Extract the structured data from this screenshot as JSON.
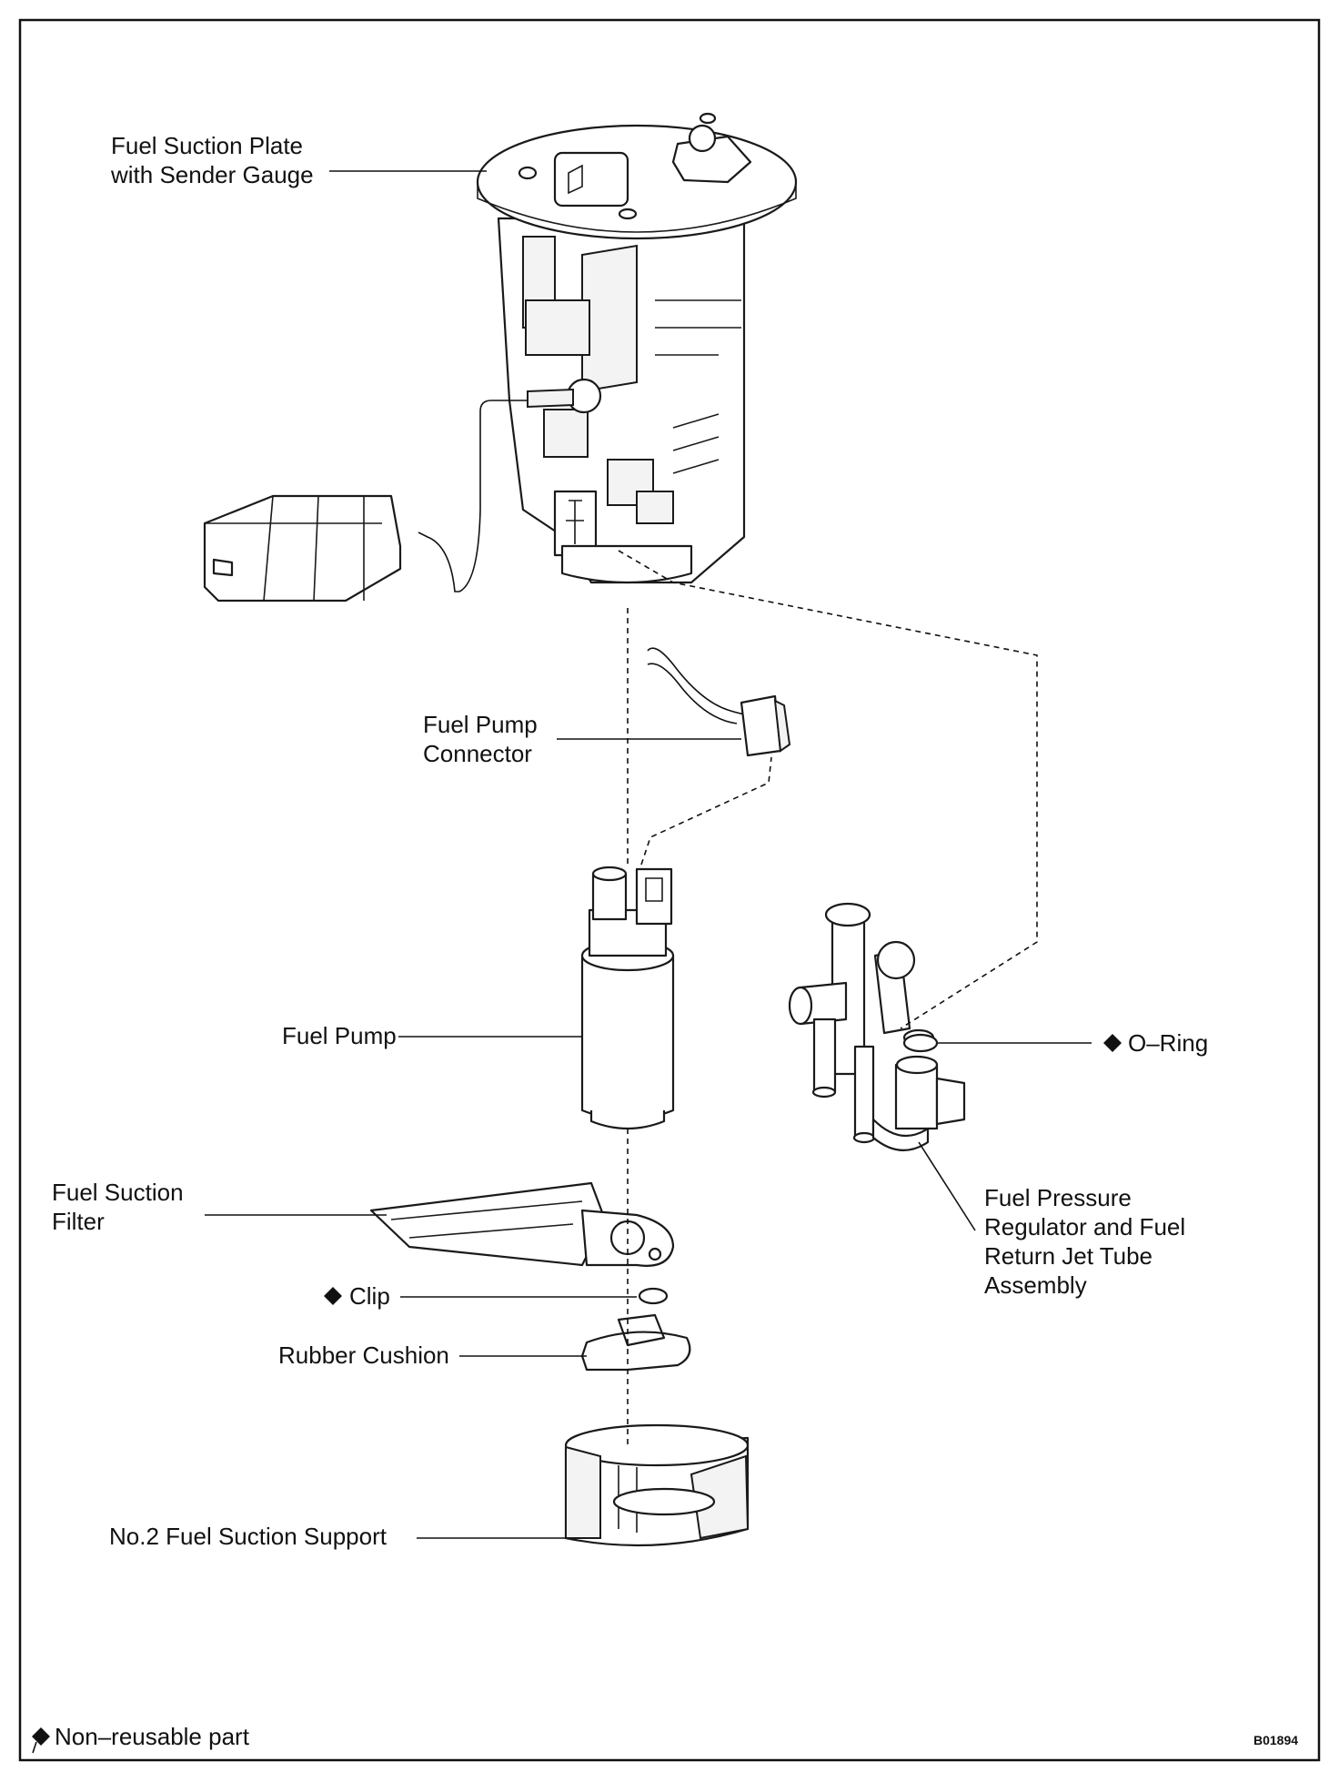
{
  "labels": {
    "suction_plate": "Fuel Suction Plate\nwith Sender Gauge",
    "pump_connector": "Fuel Pump\nConnector",
    "fuel_pump": "Fuel Pump",
    "o_ring": "O–Ring",
    "suction_filter": "Fuel Suction\nFilter",
    "pressure_regulator": "Fuel Pressure\nRegulator and Fuel\nReturn Jet Tube\nAssembly",
    "clip": "Clip",
    "rubber_cushion": "Rubber Cushion",
    "suction_support": "No.2 Fuel Suction Support"
  },
  "legend": {
    "non_reusable": "Non–reusable part"
  },
  "figure_code": "B01894",
  "icons": {
    "non_reusable_marker": "diamond-icon"
  }
}
